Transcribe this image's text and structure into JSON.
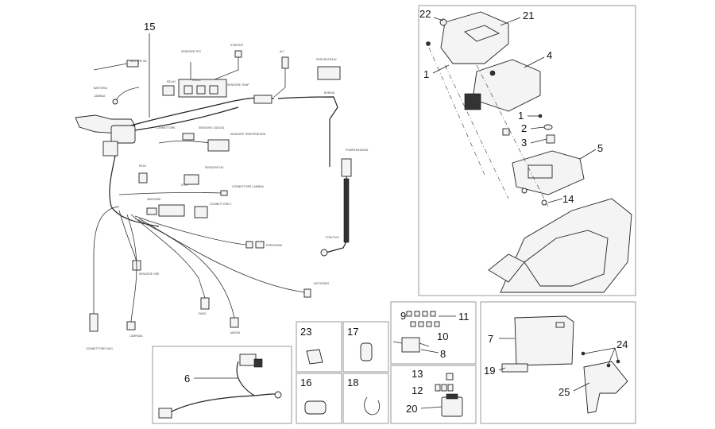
{
  "diagram": {
    "callouts": {
      "c1a": "1",
      "c1b": "1",
      "c2": "2",
      "c3": "3",
      "c4": "4",
      "c5": "5",
      "c6": "6",
      "c7": "7",
      "c8": "8",
      "c9": "9",
      "c10": "10",
      "c11": "11",
      "c12": "12",
      "c13": "13",
      "c14": "14",
      "c15": "15",
      "c16": "16",
      "c17": "17",
      "c18": "18",
      "c19": "19",
      "c20": "20",
      "c21": "21",
      "c22": "22",
      "c23": "23",
      "c24": "24",
      "c25": "25"
    },
    "wire_labels": [
      "MOTORE 5A",
      "BATTERIA",
      "SENSORE TPS",
      "STARTER",
      "RELAY",
      "RELAY",
      "SENSORE TEMP",
      "ALT",
      "PERCENTRALE",
      "SENSORE CADUTA",
      "SENSORE TEMPERATURA",
      "CONNETTORE",
      "BOBINA",
      "POMPA BENZINA",
      "POSITIVO",
      "SENSORE NO",
      "RELE",
      "CONNETTORE LAMBDA",
      "CONNETTORE 2",
      "PRESSIONE",
      "MOTORINO",
      "SENSORE GIRI",
      "FARO",
      "MASSA",
      "LAMPADA",
      "CONNETTORE DIAG",
      "LAMBDA",
      "STOP",
      "INIEZIONE"
    ]
  }
}
